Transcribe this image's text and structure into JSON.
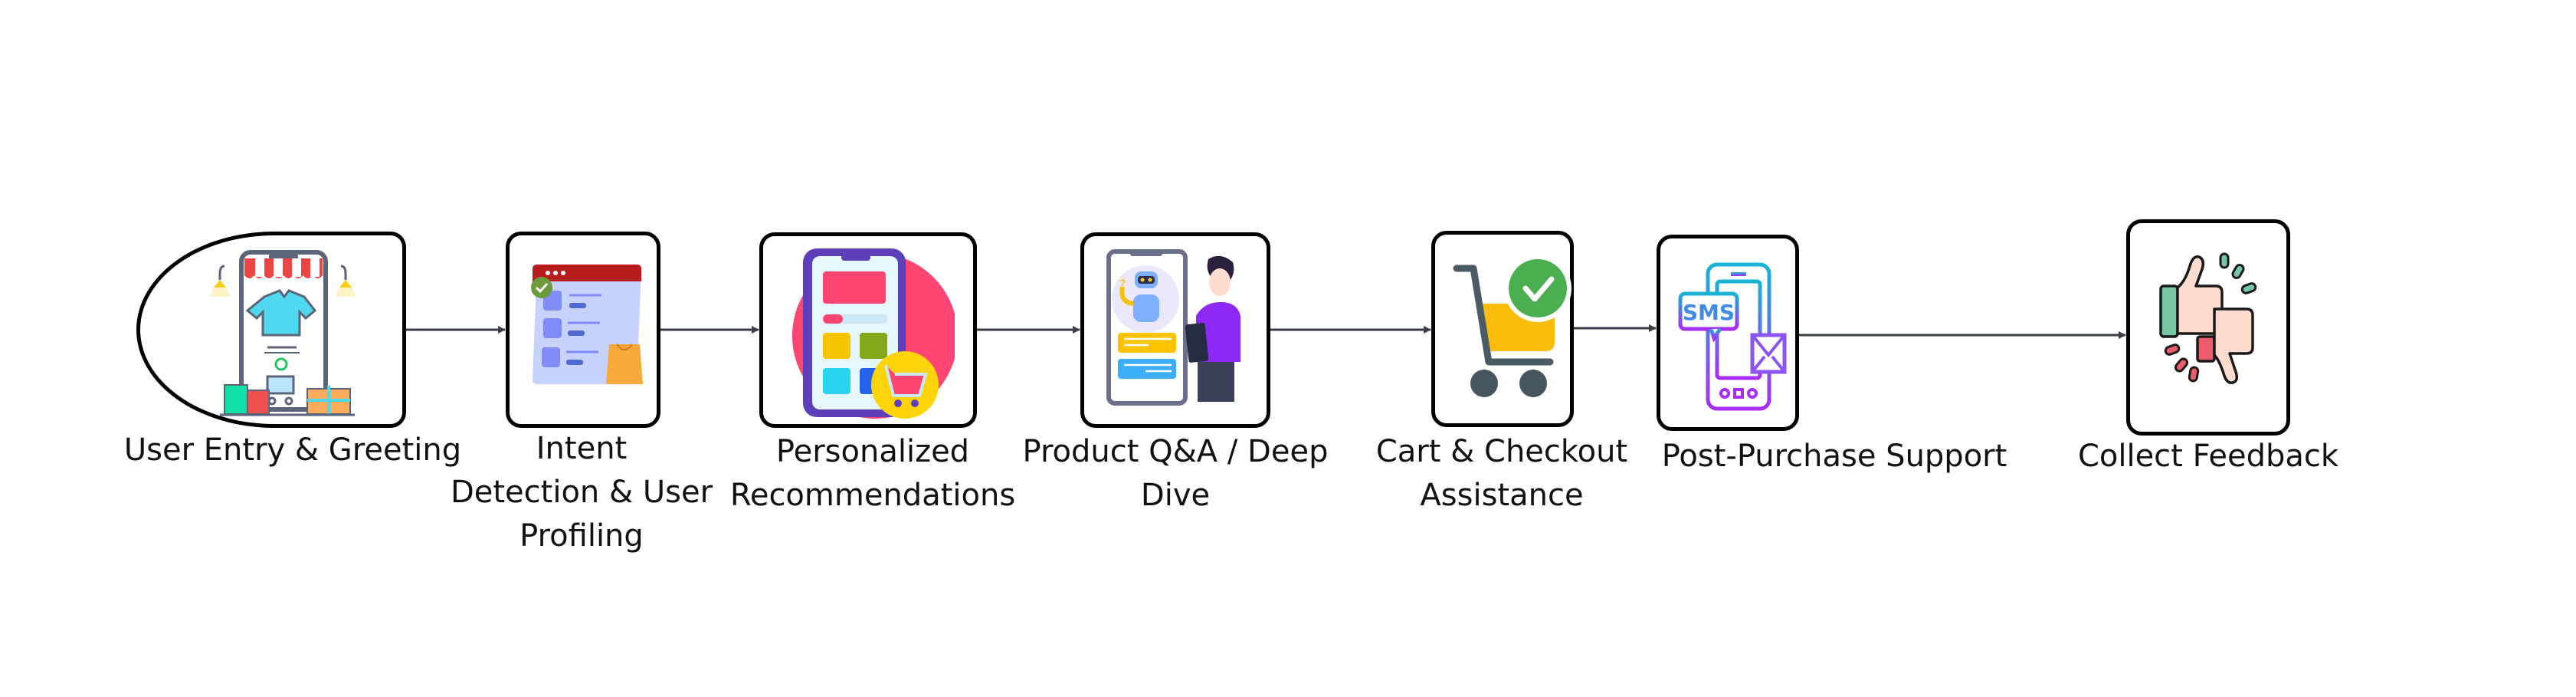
{
  "diagram": {
    "type": "flowchart",
    "direction": "left-to-right",
    "nodes": [
      {
        "id": "user-entry",
        "label_lines": [
          "User Entry & Greeting"
        ],
        "icon": "storefront-phone-shopping-icon"
      },
      {
        "id": "intent-detection",
        "label_lines": [
          "Intent",
          "Detection & User",
          "Profiling"
        ],
        "icon": "product-list-checklist-icon"
      },
      {
        "id": "personalized-recommendations",
        "label_lines": [
          "Personalized",
          "Recommendations"
        ],
        "icon": "mobile-shop-cart-icon"
      },
      {
        "id": "product-qa",
        "label_lines": [
          "Product Q&A / Deep",
          "Dive"
        ],
        "icon": "chatbot-assistant-person-icon"
      },
      {
        "id": "cart-checkout",
        "label_lines": [
          "Cart & Checkout",
          "Assistance"
        ],
        "icon": "cart-checkmark-icon"
      },
      {
        "id": "post-purchase",
        "label_lines": [
          "Post-Purchase Support"
        ],
        "icon": "sms-email-phone-icon"
      },
      {
        "id": "collect-feedback",
        "label_lines": [
          "Collect Feedback"
        ],
        "icon": "thumbs-up-down-icon"
      }
    ],
    "edges": [
      {
        "from": "user-entry",
        "to": "intent-detection"
      },
      {
        "from": "intent-detection",
        "to": "personalized-recommendations"
      },
      {
        "from": "personalized-recommendations",
        "to": "product-qa"
      },
      {
        "from": "product-qa",
        "to": "cart-checkout"
      },
      {
        "from": "cart-checkout",
        "to": "post-purchase"
      },
      {
        "from": "post-purchase",
        "to": "collect-feedback"
      }
    ],
    "icon_text": {
      "sms": "SMS"
    },
    "colors": {
      "border": "#000000",
      "arrow": "#3a3f47",
      "text": "#111111"
    }
  }
}
